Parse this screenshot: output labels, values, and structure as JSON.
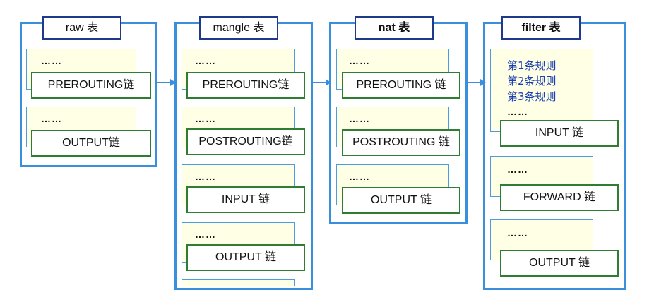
{
  "tables": [
    {
      "id": "raw",
      "title": "raw 表",
      "chains": [
        {
          "dots": "……",
          "label": "PREROUTING链"
        },
        {
          "dots": "……",
          "label": "OUTPUT链"
        }
      ]
    },
    {
      "id": "mangle",
      "title": "mangle 表",
      "chains": [
        {
          "dots": "……",
          "label": "PREROUTING链"
        },
        {
          "dots": "……",
          "label": "POSTROUTING链"
        },
        {
          "dots": "……",
          "label": "INPUT 链"
        },
        {
          "dots": "……",
          "label": "OUTPUT 链"
        }
      ]
    },
    {
      "id": "nat",
      "title": "nat 表",
      "chains": [
        {
          "dots": "……",
          "label": "PREROUTING 链"
        },
        {
          "dots": "……",
          "label": "POSTROUTING 链"
        },
        {
          "dots": "……",
          "label": "OUTPUT 链"
        }
      ]
    },
    {
      "id": "filter",
      "title": "filter 表",
      "rules": [
        "第1条规则",
        "第2条规则",
        "第3条规则"
      ],
      "chains": [
        {
          "dots": "……",
          "label": "INPUT 链"
        },
        {
          "dots": "……",
          "label": "FORWARD 链"
        },
        {
          "dots": "……",
          "label": "OUTPUT 链"
        }
      ]
    }
  ],
  "colors": {
    "table_border": "#3a8fdc",
    "title_border": "#1f3a8a",
    "chain_border": "#2e7d32",
    "rule_fill": "#ffffe6",
    "rule_text": "#1a3fb0"
  }
}
